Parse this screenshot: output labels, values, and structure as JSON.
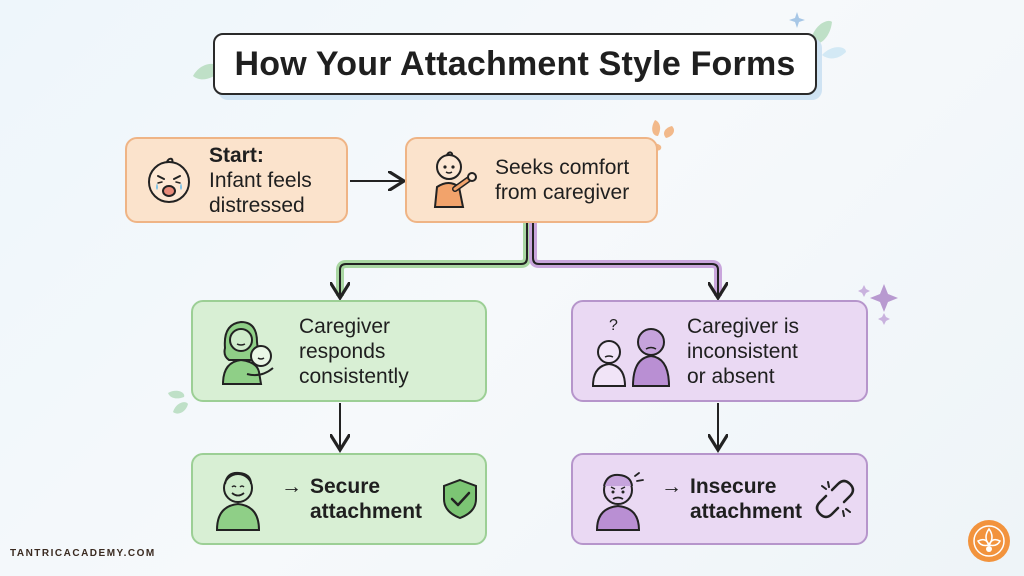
{
  "title": "How Your Attachment Style Forms",
  "nodes": {
    "start": {
      "heading": "Start:",
      "line1": "Infant feels",
      "line2": "distressed"
    },
    "seek": {
      "line1": "Seeks comfort",
      "line2": "from caregiver"
    },
    "consistent": {
      "line1": "Caregiver",
      "line2": "responds",
      "line3": "consistently"
    },
    "inconsistent": {
      "line1": "Caregiver is",
      "line2": "inconsistent",
      "line3": "or absent"
    },
    "secure": {
      "arrow": "→",
      "line1": "Secure",
      "line2": "attachment"
    },
    "insecure": {
      "arrow": "→",
      "line1": "Insecure",
      "line2": "attachment"
    }
  },
  "icons": {
    "start": "crying-baby-icon",
    "seek": "reaching-baby-icon",
    "consistent": "mother-holding-baby-icon",
    "inconsistent": "confused-child-with-distant-parent-icon",
    "secure": "happy-person-icon",
    "secure_badge": "shield-check-icon",
    "insecure": "worried-person-icon",
    "insecure_badge": "broken-chain-icon"
  },
  "colors": {
    "orange_fill": "#fbe3cc",
    "orange_border": "#efb485",
    "green_fill": "#d8efd4",
    "green_border": "#9ccf95",
    "purple_fill": "#ead9f3",
    "purple_border": "#b695cb"
  },
  "watermark": "TANTRICACADEMY.COM"
}
